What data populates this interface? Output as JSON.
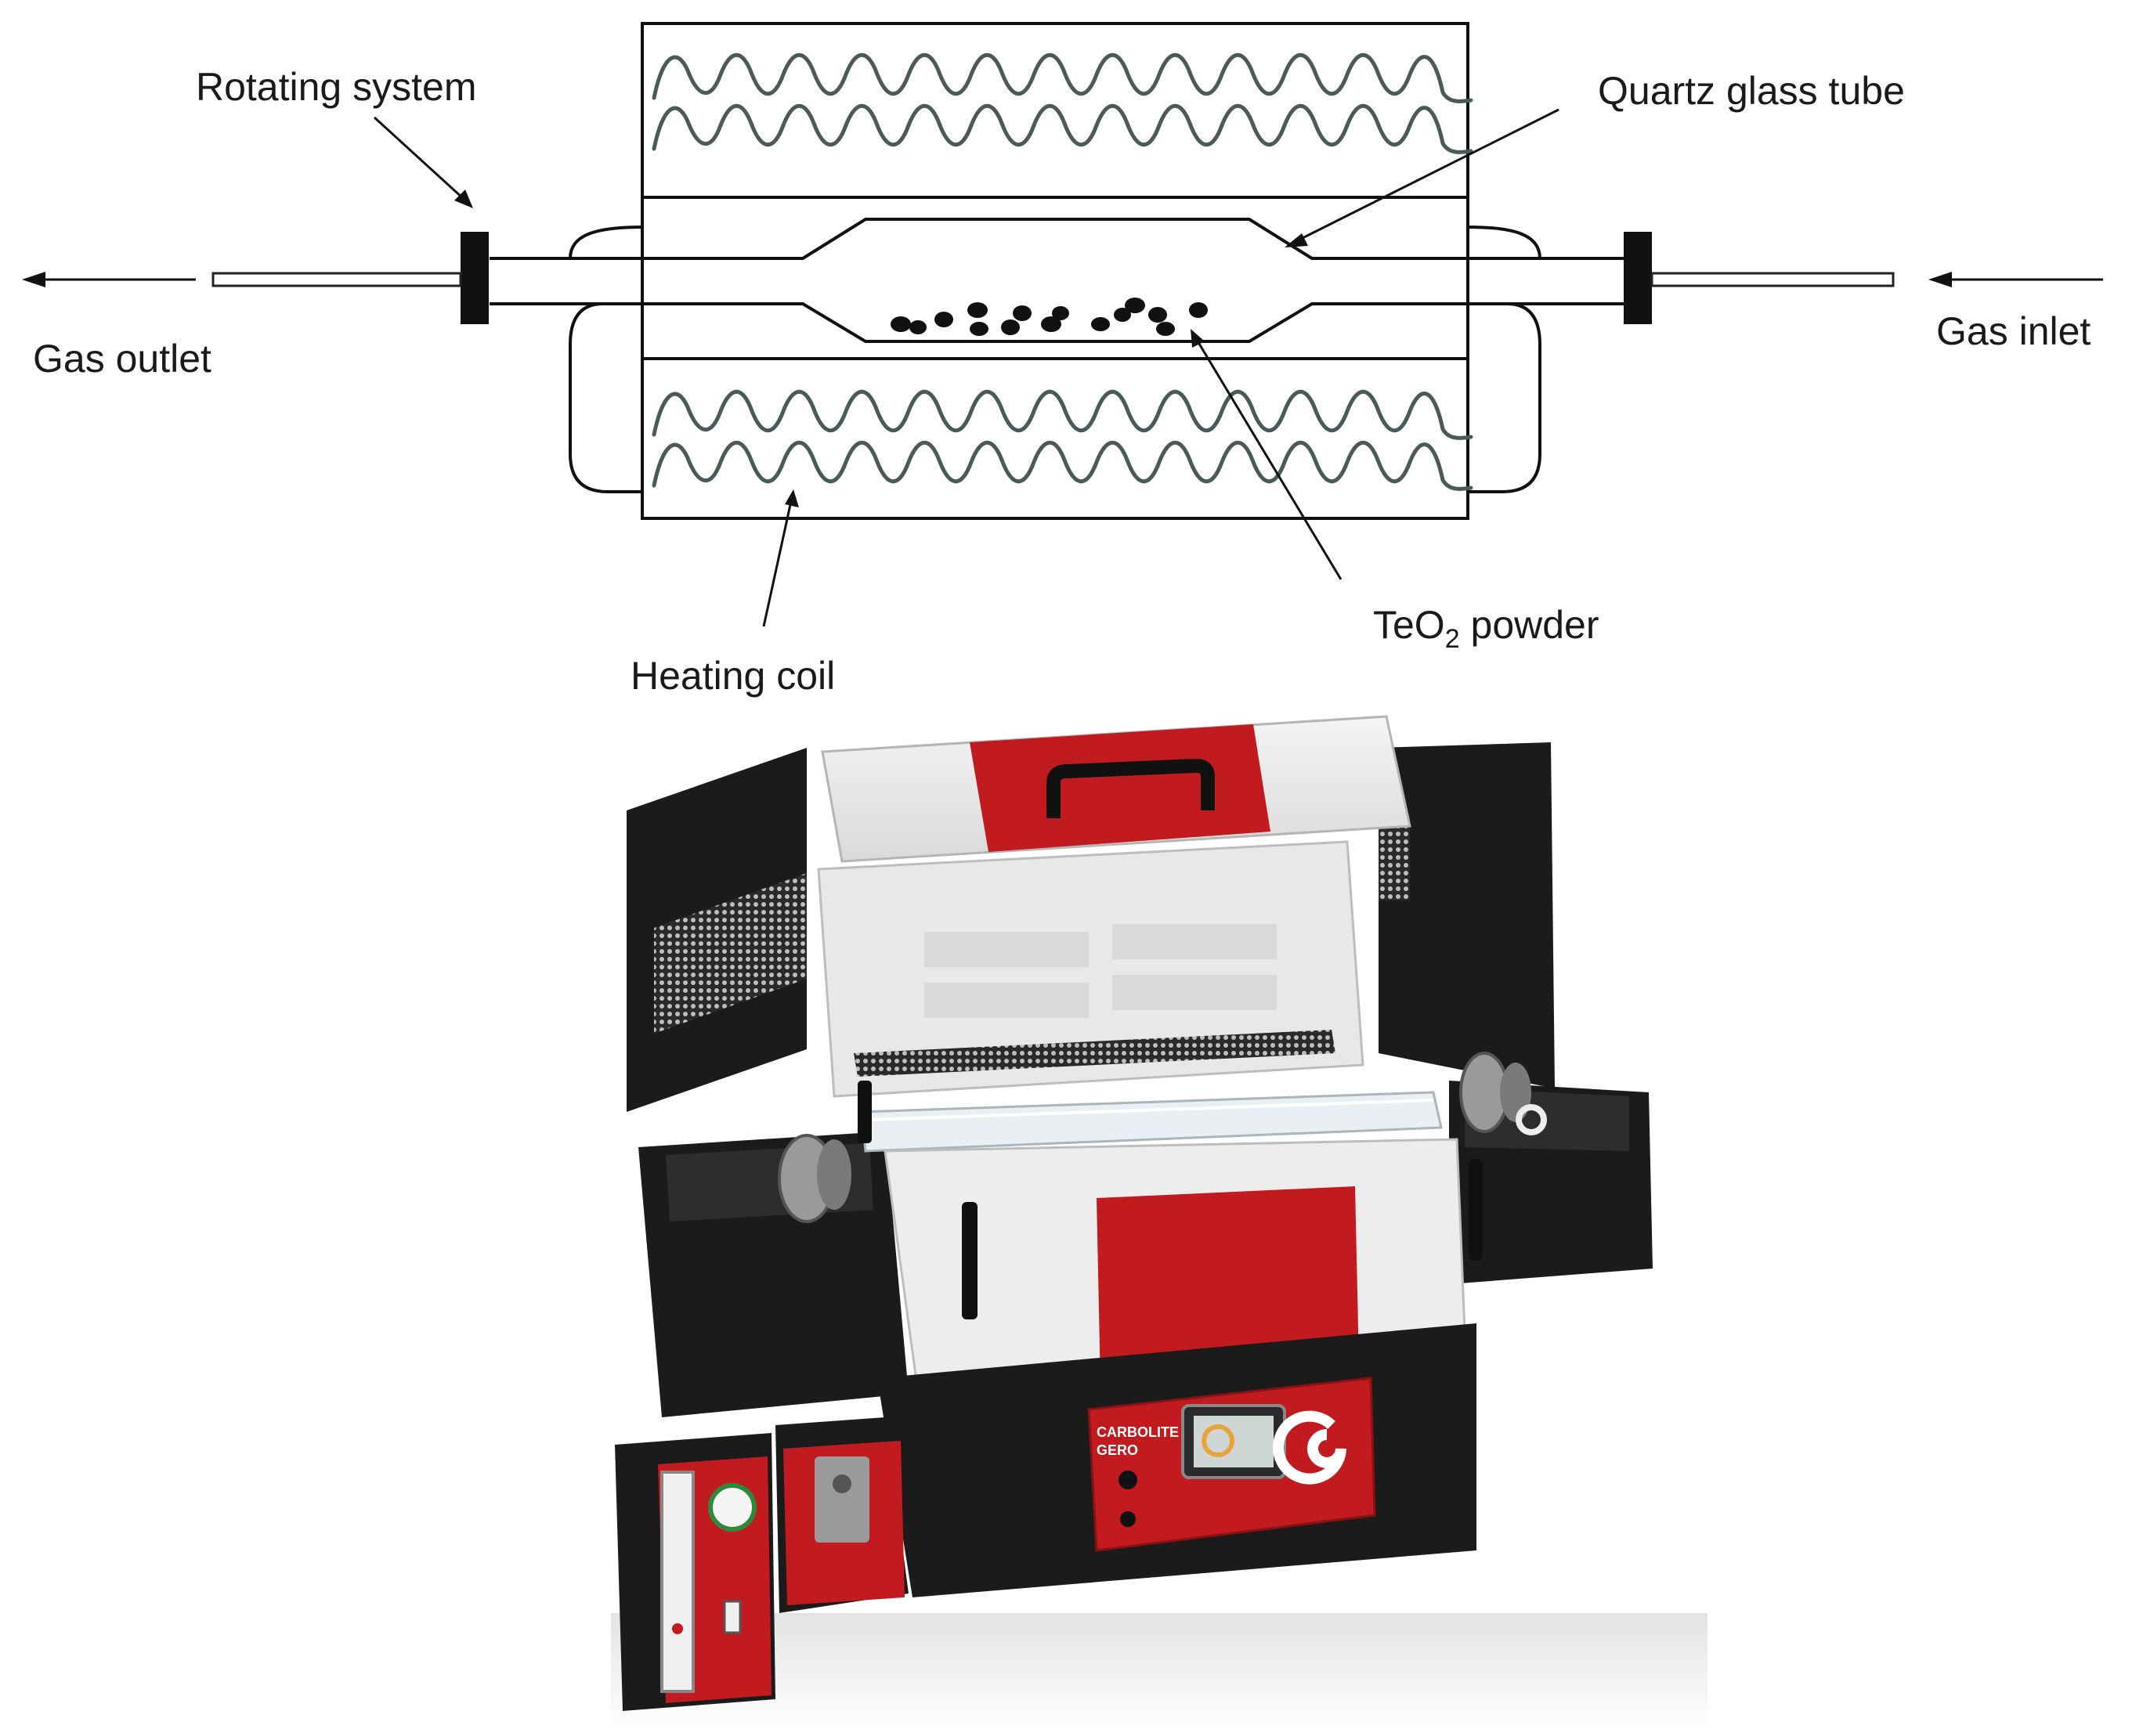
{
  "diagram": {
    "labels": {
      "rotating_system": "Rotating system",
      "quartz_tube": "Quartz glass tube",
      "gas_outlet": "Gas outlet",
      "gas_inlet": "Gas inlet",
      "teo2_main": "TeO",
      "teo2_sub": "2",
      "teo2_rest": " powder",
      "heating_coil": "Heating coil"
    }
  },
  "photo": {
    "brand_line1": "CARBOLITE",
    "brand_line2": "GERO"
  },
  "colors": {
    "furnace_red": "#c21b1f",
    "furnace_black": "#1b1b1b",
    "insulation_white": "#ededed",
    "coil": "#4a5a58"
  }
}
